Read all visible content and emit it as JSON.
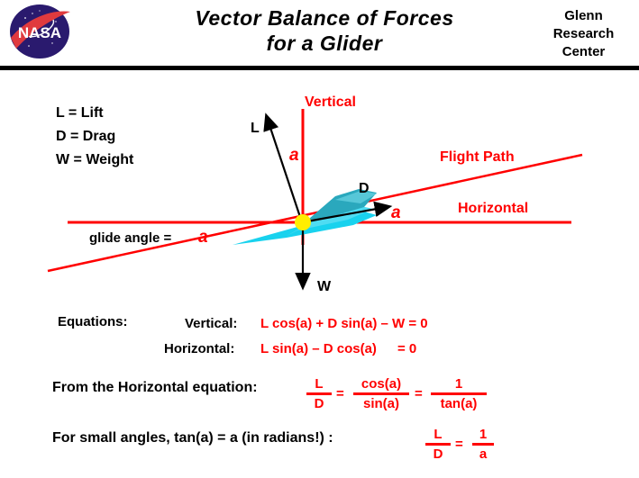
{
  "header": {
    "title_line1": "Vector  Balance  of  Forces",
    "title_line2": "for  a  Glider",
    "center_line1": "Glenn",
    "center_line2": "Research",
    "center_line3": "Center",
    "logo_text": "NASA"
  },
  "legend": {
    "lift": "L = Lift",
    "drag": "D = Drag",
    "weight": "W = Weight"
  },
  "diagram": {
    "vertical_label": "Vertical",
    "flight_path_label": "Flight Path",
    "horizontal_label": "Horizontal",
    "angle_symbol": "a",
    "glide_angle_text": "glide angle =",
    "lift_vector_label": "L",
    "drag_vector_label": "D",
    "weight_vector_label": "W",
    "colors": {
      "axis_red": "#ff0000",
      "glider_body": "#19d2ee",
      "glider_wing": "#2aa8bd",
      "cg_dot": "#ffee00",
      "vector_black": "#000000"
    }
  },
  "equations": {
    "heading": "Equations:",
    "vertical_label": "Vertical:",
    "vertical_body": "L cos(a) +  D sin(a)  –  W  =  0",
    "horizontal_label": "Horizontal:",
    "horizontal_body": "L sin(a)  –   D cos(a)",
    "horizontal_zero": "=  0",
    "from_text": "From  the Horizontal  equation:",
    "small_angle_text": "For  small  angles,  tan(a)  =  a  (in radians!) :",
    "frac1_num": "L",
    "frac1_den": "D",
    "frac2_num": "cos(a)",
    "frac2_den": "sin(a)",
    "frac3_num": "1",
    "frac3_den": "tan(a)",
    "frac4_num": "L",
    "frac4_den": "D",
    "frac5_num": "1",
    "frac5_den": "a",
    "equals": "="
  }
}
